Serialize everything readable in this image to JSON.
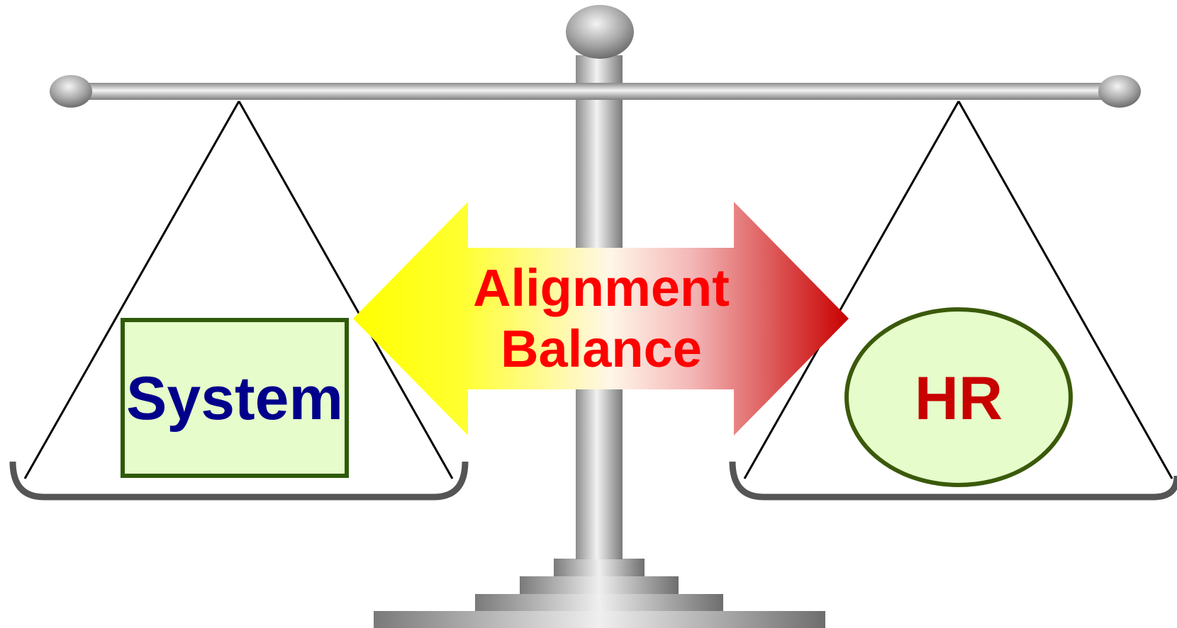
{
  "diagram": {
    "left_pan_label": "System",
    "right_pan_label": "HR",
    "arrow_label": {
      "line1": "Alignment",
      "line2": "Balance"
    }
  },
  "colors": {
    "system_text": "#00008b",
    "system_box_fill": "#e6fccb",
    "system_box_stroke": "#2e5a0a",
    "hr_text": "#c80000",
    "hr_ellipse_fill": "#e6fccb",
    "hr_ellipse_stroke": "#3a5a0a",
    "arrow_text": "#ff0000",
    "arrow_left": "#ffff00",
    "arrow_right": "#cc0000"
  },
  "icons": {
    "scale": "balance-scale-icon"
  }
}
